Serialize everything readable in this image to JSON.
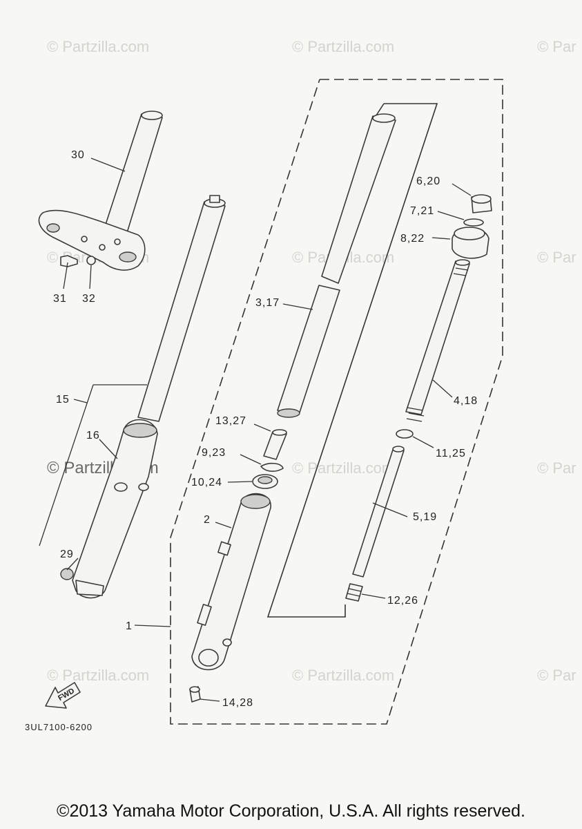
{
  "watermark": {
    "text": "© Partzilla.com",
    "text_cut": "© Par"
  },
  "diagram_code": "3UL7100-6200",
  "fwd_label": "FWD",
  "labels": {
    "p30": "30",
    "p31": "31",
    "p32": "32",
    "p15": "15",
    "p16": "16",
    "p29": "29",
    "p1": "1",
    "p2": "2",
    "p3_17": "3,17",
    "p13_27": "13,27",
    "p9_23": "9,23",
    "p10_24": "10,24",
    "p14_28": "14,28",
    "p6_20": "6,20",
    "p7_21": "7,21",
    "p8_22": "8,22",
    "p4_18": "4,18",
    "p11_25": "11,25",
    "p5_19": "5,19",
    "p12_26": "12,26"
  },
  "copyright": "©2013 Yamaha Motor Corporation, U.S.A. All rights reserved."
}
